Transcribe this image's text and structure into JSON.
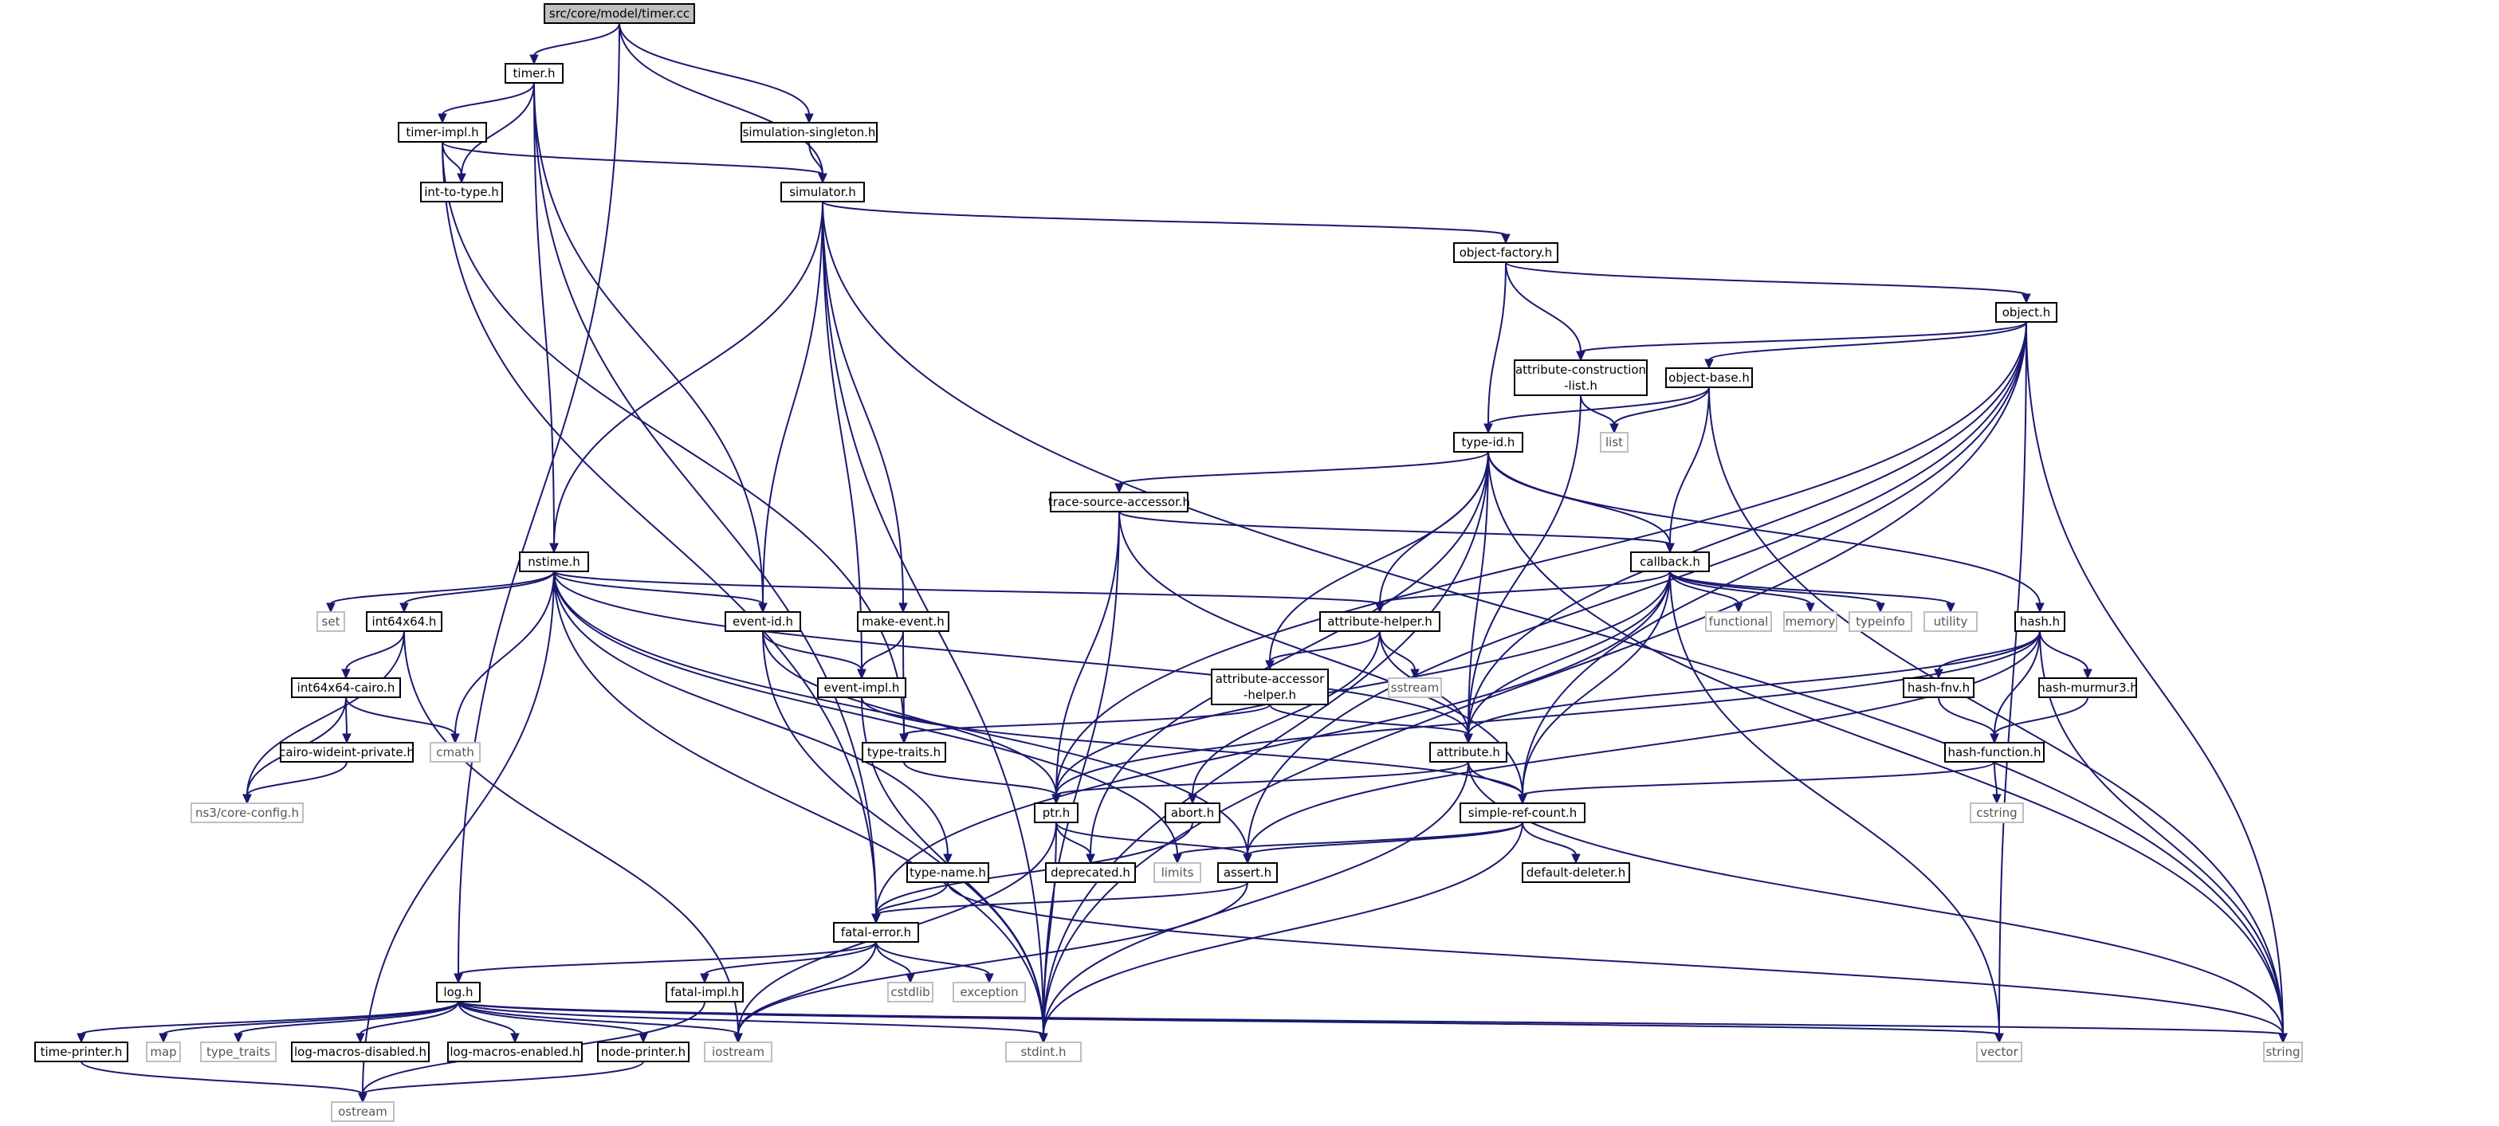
{
  "diagram": {
    "nodes": [
      {
        "id": "timer_cc",
        "label": "src/core/model/timer.cc",
        "kind": "root"
      },
      {
        "id": "timer_h",
        "label": "timer.h",
        "kind": "file"
      },
      {
        "id": "timer_impl_h",
        "label": "timer-impl.h",
        "kind": "file"
      },
      {
        "id": "int_to_type_h",
        "label": "int-to-type.h",
        "kind": "file"
      },
      {
        "id": "simulation_singleton_h",
        "label": "simulation-singleton.h",
        "kind": "file"
      },
      {
        "id": "simulator_h",
        "label": "simulator.h",
        "kind": "file"
      },
      {
        "id": "object_factory_h",
        "label": "object-factory.h",
        "kind": "file"
      },
      {
        "id": "object_h",
        "label": "object.h",
        "kind": "file"
      },
      {
        "id": "attr_construction_list_h",
        "label": "attribute-construction\n-list.h",
        "kind": "file"
      },
      {
        "id": "object_base_h",
        "label": "object-base.h",
        "kind": "file"
      },
      {
        "id": "list",
        "label": "list",
        "kind": "external"
      },
      {
        "id": "type_id_h",
        "label": "type-id.h",
        "kind": "file"
      },
      {
        "id": "trace_source_accessor_h",
        "label": "trace-source-accessor.h",
        "kind": "file"
      },
      {
        "id": "callback_h",
        "label": "callback.h",
        "kind": "file"
      },
      {
        "id": "nstime_h",
        "label": "nstime.h",
        "kind": "file"
      },
      {
        "id": "set",
        "label": "set",
        "kind": "external"
      },
      {
        "id": "int64x64_h",
        "label": "int64x64.h",
        "kind": "file"
      },
      {
        "id": "event_id_h",
        "label": "event-id.h",
        "kind": "file"
      },
      {
        "id": "make_event_h",
        "label": "make-event.h",
        "kind": "file"
      },
      {
        "id": "attribute_helper_h",
        "label": "attribute-helper.h",
        "kind": "file"
      },
      {
        "id": "functional",
        "label": "functional",
        "kind": "external"
      },
      {
        "id": "memory",
        "label": "memory",
        "kind": "external"
      },
      {
        "id": "typeinfo",
        "label": "typeinfo",
        "kind": "external"
      },
      {
        "id": "utility",
        "label": "utility",
        "kind": "external"
      },
      {
        "id": "hash_h",
        "label": "hash.h",
        "kind": "file"
      },
      {
        "id": "int64x64_cairo_h",
        "label": "int64x64-cairo.h",
        "kind": "file"
      },
      {
        "id": "event_impl_h",
        "label": "event-impl.h",
        "kind": "file"
      },
      {
        "id": "attribute_accessor_helper_h",
        "label": "attribute-accessor\n-helper.h",
        "kind": "file"
      },
      {
        "id": "sstream",
        "label": "sstream",
        "kind": "external"
      },
      {
        "id": "hash_fnv_h",
        "label": "hash-fnv.h",
        "kind": "file"
      },
      {
        "id": "hash_murmur3_h",
        "label": "hash-murmur3.h",
        "kind": "file"
      },
      {
        "id": "cairo_wideint_private_h",
        "label": "cairo-wideint-private.h",
        "kind": "file"
      },
      {
        "id": "cmath",
        "label": "cmath",
        "kind": "external"
      },
      {
        "id": "type_traits_h",
        "label": "type-traits.h",
        "kind": "file"
      },
      {
        "id": "attribute_h",
        "label": "attribute.h",
        "kind": "file"
      },
      {
        "id": "hash_function_h",
        "label": "hash-function.h",
        "kind": "file"
      },
      {
        "id": "ns3_core_config_h",
        "label": "ns3/core-config.h",
        "kind": "external"
      },
      {
        "id": "ptr_h",
        "label": "ptr.h",
        "kind": "file"
      },
      {
        "id": "abort_h",
        "label": "abort.h",
        "kind": "file"
      },
      {
        "id": "simple_ref_count_h",
        "label": "simple-ref-count.h",
        "kind": "file"
      },
      {
        "id": "cstring",
        "label": "cstring",
        "kind": "external"
      },
      {
        "id": "type_name_h",
        "label": "type-name.h",
        "kind": "file"
      },
      {
        "id": "deprecated_h",
        "label": "deprecated.h",
        "kind": "file"
      },
      {
        "id": "limits",
        "label": "limits",
        "kind": "external"
      },
      {
        "id": "assert_h",
        "label": "assert.h",
        "kind": "file"
      },
      {
        "id": "default_deleter_h",
        "label": "default-deleter.h",
        "kind": "file"
      },
      {
        "id": "fatal_error_h",
        "label": "fatal-error.h",
        "kind": "file"
      },
      {
        "id": "cstdlib",
        "label": "cstdlib",
        "kind": "external"
      },
      {
        "id": "exception",
        "label": "exception",
        "kind": "external"
      },
      {
        "id": "fatal_impl_h",
        "label": "fatal-impl.h",
        "kind": "file"
      },
      {
        "id": "log_h",
        "label": "log.h",
        "kind": "file"
      },
      {
        "id": "time_printer_h",
        "label": "time-printer.h",
        "kind": "file"
      },
      {
        "id": "map",
        "label": "map",
        "kind": "external"
      },
      {
        "id": "type_traits",
        "label": "type_traits",
        "kind": "external"
      },
      {
        "id": "log_macros_disabled_h",
        "label": "log-macros-disabled.h",
        "kind": "file"
      },
      {
        "id": "log_macros_enabled_h",
        "label": "log-macros-enabled.h",
        "kind": "file"
      },
      {
        "id": "node_printer_h",
        "label": "node-printer.h",
        "kind": "file"
      },
      {
        "id": "iostream",
        "label": "iostream",
        "kind": "external"
      },
      {
        "id": "stdint_h",
        "label": "stdint.h",
        "kind": "external"
      },
      {
        "id": "vector",
        "label": "vector",
        "kind": "external"
      },
      {
        "id": "string",
        "label": "string",
        "kind": "external"
      },
      {
        "id": "ostream",
        "label": "ostream",
        "kind": "external"
      }
    ],
    "edges": [
      [
        "timer_cc",
        "timer_h"
      ],
      [
        "timer_cc",
        "simulation_singleton_h"
      ],
      [
        "timer_cc",
        "simulator_h"
      ],
      [
        "timer_cc",
        "log_h"
      ],
      [
        "timer_h",
        "timer_impl_h"
      ],
      [
        "timer_h",
        "int_to_type_h"
      ],
      [
        "timer_h",
        "nstime_h"
      ],
      [
        "timer_h",
        "event_id_h"
      ],
      [
        "timer_h",
        "fatal_error_h"
      ],
      [
        "timer_impl_h",
        "int_to_type_h"
      ],
      [
        "timer_impl_h",
        "simulator_h"
      ],
      [
        "timer_impl_h",
        "type_traits_h"
      ],
      [
        "timer_impl_h",
        "fatal_error_h"
      ],
      [
        "simulation_singleton_h",
        "simulator_h"
      ],
      [
        "simulator_h",
        "object_factory_h"
      ],
      [
        "simulator_h",
        "nstime_h"
      ],
      [
        "simulator_h",
        "event_id_h"
      ],
      [
        "simulator_h",
        "event_impl_h"
      ],
      [
        "simulator_h",
        "make_event_h"
      ],
      [
        "simulator_h",
        "stdint_h"
      ],
      [
        "simulator_h",
        "string"
      ],
      [
        "object_factory_h",
        "object_h"
      ],
      [
        "object_factory_h",
        "attr_construction_list_h"
      ],
      [
        "object_factory_h",
        "type_id_h"
      ],
      [
        "object_h",
        "attr_construction_list_h"
      ],
      [
        "object_h",
        "object_base_h"
      ],
      [
        "object_h",
        "ptr_h"
      ],
      [
        "object_h",
        "attribute_h"
      ],
      [
        "object_h",
        "simple_ref_count_h"
      ],
      [
        "object_h",
        "stdint_h"
      ],
      [
        "object_h",
        "vector"
      ],
      [
        "object_h",
        "string"
      ],
      [
        "object_h",
        "assert_h"
      ],
      [
        "attr_construction_list_h",
        "attribute_h"
      ],
      [
        "attr_construction_list_h",
        "list"
      ],
      [
        "object_base_h",
        "type_id_h"
      ],
      [
        "object_base_h",
        "callback_h"
      ],
      [
        "object_base_h",
        "list"
      ],
      [
        "object_base_h",
        "string"
      ],
      [
        "type_id_h",
        "trace_source_accessor_h"
      ],
      [
        "type_id_h",
        "callback_h"
      ],
      [
        "type_id_h",
        "attribute_helper_h"
      ],
      [
        "type_id_h",
        "attribute_accessor_helper_h"
      ],
      [
        "type_id_h",
        "attribute_h"
      ],
      [
        "type_id_h",
        "hash_h"
      ],
      [
        "type_id_h",
        "deprecated_h"
      ],
      [
        "type_id_h",
        "stdint_h"
      ],
      [
        "type_id_h",
        "string"
      ],
      [
        "trace_source_accessor_h",
        "callback_h"
      ],
      [
        "trace_source_accessor_h",
        "ptr_h"
      ],
      [
        "trace_source_accessor_h",
        "simple_ref_count_h"
      ],
      [
        "trace_source_accessor_h",
        "stdint_h"
      ],
      [
        "callback_h",
        "attribute_helper_h"
      ],
      [
        "callback_h",
        "attribute_h"
      ],
      [
        "callback_h",
        "ptr_h"
      ],
      [
        "callback_h",
        "simple_ref_count_h"
      ],
      [
        "callback_h",
        "fatal_error_h"
      ],
      [
        "callback_h",
        "functional"
      ],
      [
        "callback_h",
        "memory"
      ],
      [
        "callback_h",
        "typeinfo"
      ],
      [
        "callback_h",
        "utility"
      ],
      [
        "callback_h",
        "vector"
      ],
      [
        "nstime_h",
        "set"
      ],
      [
        "nstime_h",
        "int64x64_h"
      ],
      [
        "nstime_h",
        "event_id_h"
      ],
      [
        "nstime_h",
        "attribute_helper_h"
      ],
      [
        "nstime_h",
        "cmath"
      ],
      [
        "nstime_h",
        "attribute_h"
      ],
      [
        "nstime_h",
        "type_name_h"
      ],
      [
        "nstime_h",
        "assert_h"
      ],
      [
        "nstime_h",
        "limits"
      ],
      [
        "nstime_h",
        "stdint_h"
      ],
      [
        "nstime_h",
        "ostream"
      ],
      [
        "int64x64_h",
        "int64x64_cairo_h"
      ],
      [
        "int64x64_h",
        "ns3_core_config_h"
      ],
      [
        "int64x64_h",
        "iostream"
      ],
      [
        "int64x64_cairo_h",
        "cairo_wideint_private_h"
      ],
      [
        "int64x64_cairo_h",
        "cmath"
      ],
      [
        "int64x64_cairo_h",
        "ns3_core_config_h"
      ],
      [
        "cairo_wideint_private_h",
        "ns3_core_config_h"
      ],
      [
        "event_id_h",
        "event_impl_h"
      ],
      [
        "event_id_h",
        "ptr_h"
      ],
      [
        "event_id_h",
        "stdint_h"
      ],
      [
        "make_event_h",
        "event_impl_h"
      ],
      [
        "make_event_h",
        "type_traits_h"
      ],
      [
        "event_impl_h",
        "simple_ref_count_h"
      ],
      [
        "event_impl_h",
        "stdint_h"
      ],
      [
        "attribute_helper_h",
        "attribute_accessor_helper_h"
      ],
      [
        "attribute_helper_h",
        "attribute_h"
      ],
      [
        "attribute_helper_h",
        "abort_h"
      ],
      [
        "attribute_helper_h",
        "sstream"
      ],
      [
        "attribute_accessor_helper_h",
        "attribute_h"
      ],
      [
        "attribute_accessor_helper_h",
        "type_traits_h"
      ],
      [
        "hash_h",
        "hash_fnv_h"
      ],
      [
        "hash_h",
        "hash_murmur3_h"
      ],
      [
        "hash_h",
        "hash_function_h"
      ],
      [
        "hash_h",
        "assert_h"
      ],
      [
        "hash_h",
        "ptr_h"
      ],
      [
        "hash_h",
        "attribute_h"
      ],
      [
        "hash_h",
        "string"
      ],
      [
        "hash_fnv_h",
        "hash_function_h"
      ],
      [
        "hash_murmur3_h",
        "hash_function_h"
      ],
      [
        "hash_function_h",
        "simple_ref_count_h"
      ],
      [
        "hash_function_h",
        "cstring"
      ],
      [
        "type_traits_h",
        "ptr_h"
      ],
      [
        "attribute_h",
        "ptr_h"
      ],
      [
        "attribute_h",
        "simple_ref_count_h"
      ],
      [
        "attribute_h",
        "stdint_h"
      ],
      [
        "attribute_h",
        "string"
      ],
      [
        "ptr_h",
        "deprecated_h"
      ],
      [
        "ptr_h",
        "assert_h"
      ],
      [
        "ptr_h",
        "stdint_h"
      ],
      [
        "ptr_h",
        "iostream"
      ],
      [
        "abort_h",
        "fatal_error_h"
      ],
      [
        "simple_ref_count_h",
        "assert_h"
      ],
      [
        "simple_ref_count_h",
        "default_deleter_h"
      ],
      [
        "simple_ref_count_h",
        "limits"
      ],
      [
        "simple_ref_count_h",
        "stdint_h"
      ],
      [
        "type_name_h",
        "fatal_error_h"
      ],
      [
        "type_name_h",
        "string"
      ],
      [
        "assert_h",
        "fatal_error_h"
      ],
      [
        "assert_h",
        "iostream"
      ],
      [
        "fatal_error_h",
        "log_h"
      ],
      [
        "fatal_error_h",
        "fatal_impl_h"
      ],
      [
        "fatal_error_h",
        "cstdlib"
      ],
      [
        "fatal_error_h",
        "exception"
      ],
      [
        "fatal_error_h",
        "iostream"
      ],
      [
        "fatal_impl_h",
        "ostream"
      ],
      [
        "log_h",
        "time_printer_h"
      ],
      [
        "log_h",
        "map"
      ],
      [
        "log_h",
        "type_traits"
      ],
      [
        "log_h",
        "log_macros_disabled_h"
      ],
      [
        "log_h",
        "log_macros_enabled_h"
      ],
      [
        "log_h",
        "node_printer_h"
      ],
      [
        "log_h",
        "iostream"
      ],
      [
        "log_h",
        "stdint_h"
      ],
      [
        "log_h",
        "vector"
      ],
      [
        "log_h",
        "string"
      ],
      [
        "time_printer_h",
        "ostream"
      ],
      [
        "node_printer_h",
        "ostream"
      ]
    ]
  }
}
